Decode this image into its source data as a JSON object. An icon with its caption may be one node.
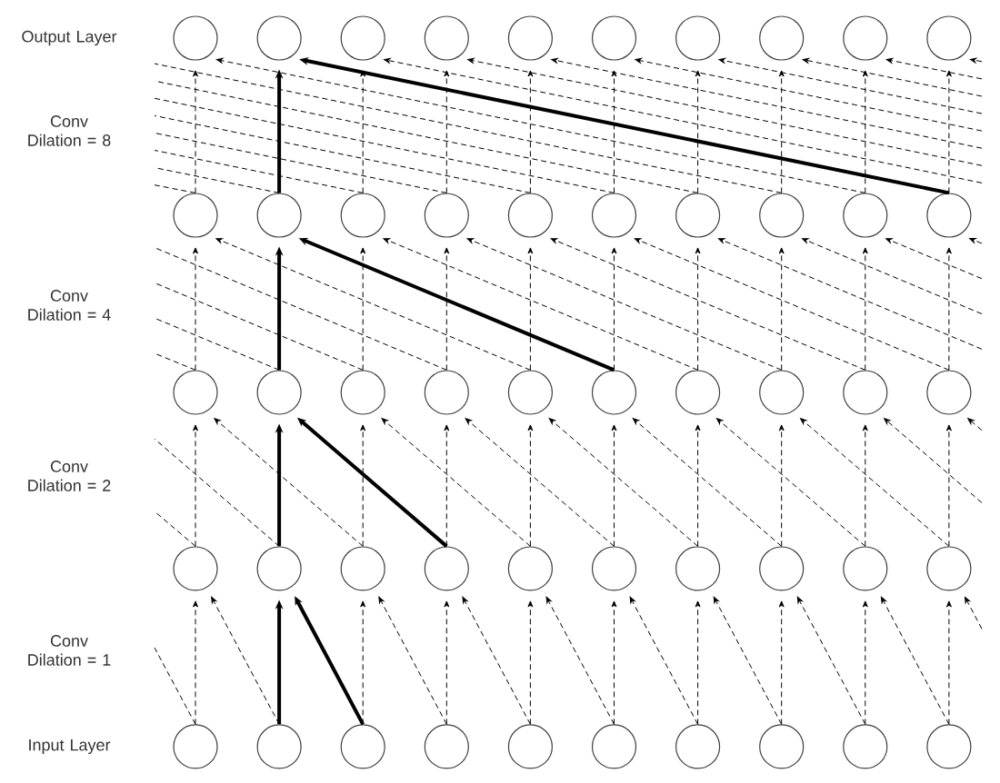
{
  "diagram": {
    "nodes": [
      {
        "text": [],
        "shape": "circle"
      },
      {
        "text": [],
        "shape": "circle"
      },
      {
        "text": [],
        "shape": "circle"
      },
      {
        "text": [],
        "shape": "circle"
      },
      {
        "text": [],
        "shape": "circle"
      },
      {
        "text": [],
        "shape": "circle"
      },
      {
        "text": [],
        "shape": "circle"
      },
      {
        "text": [],
        "shape": "circle"
      },
      {
        "text": [],
        "shape": "circle"
      },
      {
        "text": [],
        "shape": "circle"
      },
      {
        "text": [],
        "shape": "circle"
      },
      {
        "text": [],
        "shape": "circle"
      },
      {
        "text": [],
        "shape": "circle"
      },
      {
        "text": [],
        "shape": "circle"
      },
      {
        "text": [],
        "shape": "circle"
      },
      {
        "text": [],
        "shape": "circle"
      },
      {
        "text": [],
        "shape": "circle"
      },
      {
        "text": [],
        "shape": "circle"
      },
      {
        "text": [],
        "shape": "circle"
      },
      {
        "text": [],
        "shape": "circle"
      },
      {
        "text": [],
        "shape": "circle"
      },
      {
        "text": [],
        "shape": "circle"
      },
      {
        "text": [],
        "shape": "circle"
      },
      {
        "text": [],
        "shape": "circle"
      },
      {
        "text": [],
        "shape": "circle"
      },
      {
        "text": [],
        "shape": "circle"
      },
      {
        "text": [],
        "shape": "circle"
      },
      {
        "text": [],
        "shape": "circle"
      },
      {
        "text": [],
        "shape": "circle"
      },
      {
        "text": [],
        "shape": "circle"
      },
      {
        "text": [],
        "shape": "circle"
      },
      {
        "text": [],
        "shape": "circle"
      },
      {
        "text": [],
        "shape": "circle"
      },
      {
        "text": [],
        "shape": "circle"
      },
      {
        "text": [],
        "shape": "circle"
      },
      {
        "text": [],
        "shape": "circle"
      },
      {
        "text": [],
        "shape": "circle"
      },
      {
        "text": [],
        "shape": "circle"
      },
      {
        "text": [],
        "shape": "circle"
      },
      {
        "text": [],
        "shape": "circle"
      },
      {
        "text": [],
        "shape": "circle"
      },
      {
        "text": [],
        "shape": "circle"
      },
      {
        "text": [],
        "shape": "circle"
      },
      {
        "text": [],
        "shape": "circle"
      },
      {
        "text": [],
        "shape": "circle"
      },
      {
        "text": [],
        "shape": "circle"
      },
      {
        "text": [],
        "shape": "circle"
      },
      {
        "text": [],
        "shape": "circle"
      },
      {
        "text": [],
        "shape": "circle"
      },
      {
        "text": [],
        "shape": "circle"
      }
    ],
    "edges": [
      {
        "from": 10,
        "to": 0,
        "arrow": "to",
        "style": "dashed"
      },
      {
        "from": 18,
        "to": 0,
        "arrow": "to",
        "style": "dashed"
      },
      {
        "from": 11,
        "to": 1,
        "arrow": "to",
        "style": "thick"
      },
      {
        "from": 19,
        "to": 1,
        "arrow": "to",
        "style": "thick"
      },
      {
        "from": 12,
        "to": 2,
        "arrow": "to",
        "style": "dashed"
      },
      {
        "from": null,
        "to": 2,
        "arrow": "to",
        "style": "dashed"
      },
      {
        "from": 13,
        "to": 3,
        "arrow": "to",
        "style": "dashed"
      },
      {
        "from": null,
        "to": 3,
        "arrow": "to",
        "style": "dashed"
      },
      {
        "from": 14,
        "to": 4,
        "arrow": "to",
        "style": "dashed"
      },
      {
        "from": null,
        "to": 4,
        "arrow": "to",
        "style": "dashed"
      },
      {
        "from": 15,
        "to": 5,
        "arrow": "to",
        "style": "dashed"
      },
      {
        "from": null,
        "to": 5,
        "arrow": "to",
        "style": "dashed"
      },
      {
        "from": 16,
        "to": 6,
        "arrow": "to",
        "style": "dashed"
      },
      {
        "from": null,
        "to": 6,
        "arrow": "to",
        "style": "dashed"
      },
      {
        "from": 17,
        "to": 7,
        "arrow": "to",
        "style": "dashed"
      },
      {
        "from": null,
        "to": 7,
        "arrow": "to",
        "style": "dashed"
      },
      {
        "from": 18,
        "to": 8,
        "arrow": "to",
        "style": "dashed"
      },
      {
        "from": null,
        "to": 8,
        "arrow": "to",
        "style": "dashed"
      },
      {
        "from": 19,
        "to": 9,
        "arrow": "to",
        "style": "dashed"
      },
      {
        "from": null,
        "to": 9,
        "arrow": "to",
        "style": "dashed"
      },
      {
        "from": 10,
        "to": null,
        "arrow": "none",
        "style": "dashed"
      },
      {
        "from": 11,
        "to": null,
        "arrow": "none",
        "style": "dashed"
      },
      {
        "from": 12,
        "to": null,
        "arrow": "none",
        "style": "dashed"
      },
      {
        "from": 13,
        "to": null,
        "arrow": "none",
        "style": "dashed"
      },
      {
        "from": 14,
        "to": null,
        "arrow": "none",
        "style": "dashed"
      },
      {
        "from": 15,
        "to": null,
        "arrow": "none",
        "style": "dashed"
      },
      {
        "from": 16,
        "to": null,
        "arrow": "none",
        "style": "dashed"
      },
      {
        "from": 17,
        "to": null,
        "arrow": "none",
        "style": "dashed"
      },
      {
        "from": 20,
        "to": 10,
        "arrow": "to",
        "style": "dashed"
      },
      {
        "from": 24,
        "to": 10,
        "arrow": "to",
        "style": "dashed"
      },
      {
        "from": 21,
        "to": 11,
        "arrow": "to",
        "style": "thick"
      },
      {
        "from": 25,
        "to": 11,
        "arrow": "to",
        "style": "thick"
      },
      {
        "from": 22,
        "to": 12,
        "arrow": "to",
        "style": "dashed"
      },
      {
        "from": 26,
        "to": 12,
        "arrow": "to",
        "style": "dashed"
      },
      {
        "from": 23,
        "to": 13,
        "arrow": "to",
        "style": "dashed"
      },
      {
        "from": 27,
        "to": 13,
        "arrow": "to",
        "style": "dashed"
      },
      {
        "from": 24,
        "to": 14,
        "arrow": "to",
        "style": "dashed"
      },
      {
        "from": 28,
        "to": 14,
        "arrow": "to",
        "style": "dashed"
      },
      {
        "from": 25,
        "to": 15,
        "arrow": "to",
        "style": "dashed"
      },
      {
        "from": 29,
        "to": 15,
        "arrow": "to",
        "style": "dashed"
      },
      {
        "from": 26,
        "to": 16,
        "arrow": "to",
        "style": "dashed"
      },
      {
        "from": null,
        "to": 16,
        "arrow": "to",
        "style": "dashed"
      },
      {
        "from": 27,
        "to": 17,
        "arrow": "to",
        "style": "dashed"
      },
      {
        "from": null,
        "to": 17,
        "arrow": "to",
        "style": "dashed"
      },
      {
        "from": 28,
        "to": 18,
        "arrow": "to",
        "style": "dashed"
      },
      {
        "from": null,
        "to": 18,
        "arrow": "to",
        "style": "dashed"
      },
      {
        "from": 29,
        "to": 19,
        "arrow": "to",
        "style": "dashed"
      },
      {
        "from": null,
        "to": 19,
        "arrow": "to",
        "style": "dashed"
      },
      {
        "from": 20,
        "to": null,
        "arrow": "none",
        "style": "dashed"
      },
      {
        "from": 21,
        "to": null,
        "arrow": "none",
        "style": "dashed"
      },
      {
        "from": 22,
        "to": null,
        "arrow": "none",
        "style": "dashed"
      },
      {
        "from": 23,
        "to": null,
        "arrow": "none",
        "style": "dashed"
      },
      {
        "from": 30,
        "to": 20,
        "arrow": "to",
        "style": "dashed"
      },
      {
        "from": 32,
        "to": 20,
        "arrow": "to",
        "style": "dashed"
      },
      {
        "from": 31,
        "to": 21,
        "arrow": "to",
        "style": "thick"
      },
      {
        "from": 33,
        "to": 21,
        "arrow": "to",
        "style": "thick"
      },
      {
        "from": 32,
        "to": 22,
        "arrow": "to",
        "style": "dashed"
      },
      {
        "from": 34,
        "to": 22,
        "arrow": "to",
        "style": "dashed"
      },
      {
        "from": 33,
        "to": 23,
        "arrow": "to",
        "style": "dashed"
      },
      {
        "from": 35,
        "to": 23,
        "arrow": "to",
        "style": "dashed"
      },
      {
        "from": 34,
        "to": 24,
        "arrow": "to",
        "style": "dashed"
      },
      {
        "from": 36,
        "to": 24,
        "arrow": "to",
        "style": "dashed"
      },
      {
        "from": 35,
        "to": 25,
        "arrow": "to",
        "style": "dashed"
      },
      {
        "from": 37,
        "to": 25,
        "arrow": "to",
        "style": "dashed"
      },
      {
        "from": 36,
        "to": 26,
        "arrow": "to",
        "style": "dashed"
      },
      {
        "from": 38,
        "to": 26,
        "arrow": "to",
        "style": "dashed"
      },
      {
        "from": 37,
        "to": 27,
        "arrow": "to",
        "style": "dashed"
      },
      {
        "from": 39,
        "to": 27,
        "arrow": "to",
        "style": "dashed"
      },
      {
        "from": 38,
        "to": 28,
        "arrow": "to",
        "style": "dashed"
      },
      {
        "from": null,
        "to": 28,
        "arrow": "to",
        "style": "dashed"
      },
      {
        "from": 39,
        "to": 29,
        "arrow": "to",
        "style": "dashed"
      },
      {
        "from": null,
        "to": 29,
        "arrow": "to",
        "style": "dashed"
      },
      {
        "from": 30,
        "to": null,
        "arrow": "none",
        "style": "dashed"
      },
      {
        "from": 31,
        "to": null,
        "arrow": "none",
        "style": "dashed"
      },
      {
        "from": 40,
        "to": 30,
        "arrow": "to",
        "style": "dashed"
      },
      {
        "from": 41,
        "to": 30,
        "arrow": "to",
        "style": "dashed"
      },
      {
        "from": 41,
        "to": 31,
        "arrow": "to",
        "style": "thick"
      },
      {
        "from": 42,
        "to": 31,
        "arrow": "to",
        "style": "thick"
      },
      {
        "from": 42,
        "to": 32,
        "arrow": "to",
        "style": "dashed"
      },
      {
        "from": 43,
        "to": 32,
        "arrow": "to",
        "style": "dashed"
      },
      {
        "from": 43,
        "to": 33,
        "arrow": "to",
        "style": "dashed"
      },
      {
        "from": 44,
        "to": 33,
        "arrow": "to",
        "style": "dashed"
      },
      {
        "from": 44,
        "to": 34,
        "arrow": "to",
        "style": "dashed"
      },
      {
        "from": 45,
        "to": 34,
        "arrow": "to",
        "style": "dashed"
      },
      {
        "from": 45,
        "to": 35,
        "arrow": "to",
        "style": "dashed"
      },
      {
        "from": 46,
        "to": 35,
        "arrow": "to",
        "style": "dashed"
      },
      {
        "from": 46,
        "to": 36,
        "arrow": "to",
        "style": "dashed"
      },
      {
        "from": 47,
        "to": 36,
        "arrow": "to",
        "style": "dashed"
      },
      {
        "from": 47,
        "to": 37,
        "arrow": "to",
        "style": "dashed"
      },
      {
        "from": 48,
        "to": 37,
        "arrow": "to",
        "style": "dashed"
      },
      {
        "from": 48,
        "to": 38,
        "arrow": "to",
        "style": "dashed"
      },
      {
        "from": 49,
        "to": 38,
        "arrow": "to",
        "style": "dashed"
      },
      {
        "from": 49,
        "to": 39,
        "arrow": "to",
        "style": "dashed"
      },
      {
        "from": null,
        "to": 39,
        "arrow": "to",
        "style": "dashed"
      },
      {
        "from": 40,
        "to": null,
        "arrow": "none",
        "style": "dashed"
      }
    ],
    "labels": [
      "Output Layer",
      "Conv Dilation = 8",
      "Conv Dilation = 4",
      "Conv Dilation = 2",
      "Conv Dilation = 1",
      "Input Layer"
    ]
  }
}
